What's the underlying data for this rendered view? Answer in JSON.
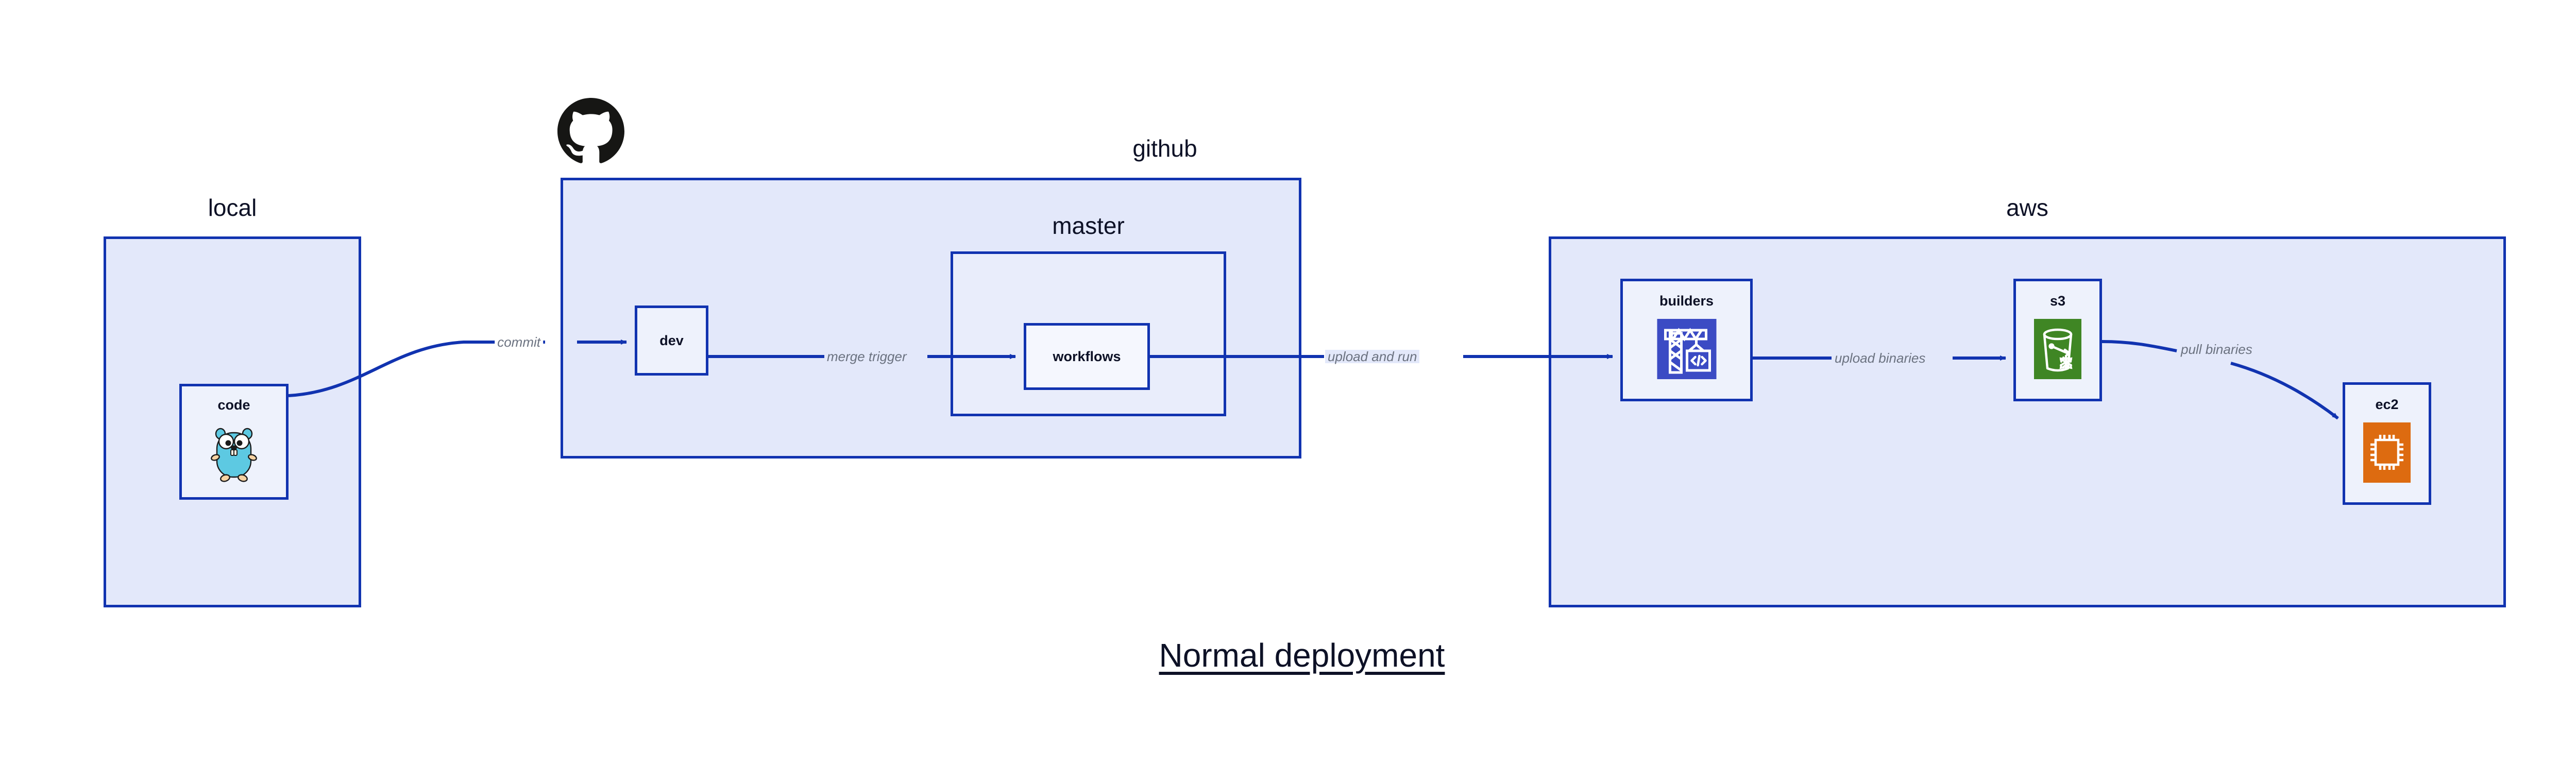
{
  "title": "Normal deployment",
  "colors": {
    "zone_fill": "#e3e8fa",
    "zone_inner_fill": "#e9edfb",
    "node_fill": "#eef2fc",
    "border_blue": "#1133b0",
    "arrow_blue": "#1133b0",
    "label_gray": "#6b7280",
    "text_navy": "#0d1126",
    "codebuild_blue": "#3b4bc4",
    "s3_green": "#3f8624",
    "ec2_orange": "#dd6b10",
    "gopher_cyan": "#5dc9e2",
    "gopher_tan": "#f6d2a2",
    "github_black": "#161614"
  },
  "zones": [
    {
      "id": "local",
      "label": "local",
      "label_align": "center"
    },
    {
      "id": "github",
      "label": "github",
      "label_align": "right"
    },
    {
      "id": "master",
      "label": "master",
      "label_align": "center"
    },
    {
      "id": "aws",
      "label": "aws",
      "label_align": "center"
    }
  ],
  "nodes": [
    {
      "id": "code",
      "label": "code",
      "icon": "go-gopher-icon",
      "zone": "local"
    },
    {
      "id": "dev",
      "label": "dev",
      "icon": null,
      "zone": "github"
    },
    {
      "id": "workflows",
      "label": "workflows",
      "icon": null,
      "zone": "master"
    },
    {
      "id": "builders",
      "label": "builders",
      "icon": "codebuild-icon",
      "zone": "aws"
    },
    {
      "id": "s3",
      "label": "s3",
      "icon": "s3-bucket-icon",
      "zone": "aws"
    },
    {
      "id": "ec2",
      "label": "ec2",
      "icon": "ec2-chip-icon",
      "zone": "aws"
    }
  ],
  "edges": [
    {
      "id": "commit",
      "label": "commit",
      "from": "code",
      "to": "dev",
      "style": "curved"
    },
    {
      "id": "merge-trigger",
      "label": "merge trigger",
      "from": "dev",
      "to": "workflows",
      "style": "straight"
    },
    {
      "id": "upload-and-run",
      "label": "upload and run",
      "from": "workflows",
      "to": "builders",
      "style": "straight"
    },
    {
      "id": "upload-binaries",
      "label": "upload binaries",
      "from": "builders",
      "to": "s3",
      "style": "straight"
    },
    {
      "id": "pull-binaries",
      "label": "pull binaries",
      "from": "s3",
      "to": "ec2",
      "style": "curved"
    }
  ]
}
